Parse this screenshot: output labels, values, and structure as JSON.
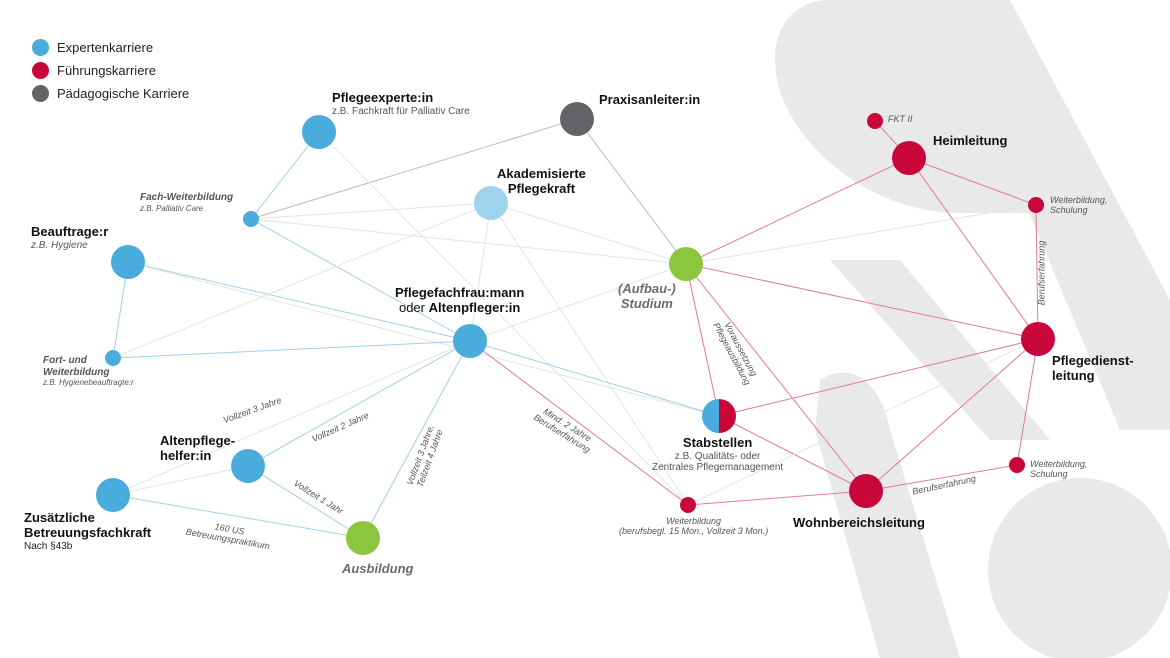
{
  "colors": {
    "expert": "#4aacdc",
    "expert_light": "#9ed3ec",
    "lead": "#c8063a",
    "edu": "#626468",
    "study": "#8cc63f",
    "background_shape": "#e9e9e9"
  },
  "legend": [
    {
      "label": "Expertenkarriere",
      "color": "#4aacdc"
    },
    {
      "label": "Führungskarriere",
      "color": "#c8063a"
    },
    {
      "label": "Pädagogische Karriere",
      "color": "#626468"
    }
  ],
  "nodes": {
    "pflegeexperte": {
      "title": "Pflegeexperte:in",
      "subtitle": "z.B. Fachkraft für Palliativ Care"
    },
    "praxisanleiter": {
      "title": "Praxisanleiter:in"
    },
    "akademisiert": {
      "title_line1": "Akademisierte",
      "title_line2": "Pflegekraft"
    },
    "fach_weiterbildung": {
      "title": "Fach-Weiterbildung",
      "subtitle": "z.B. Palliativ Care"
    },
    "beauftragte": {
      "title": "Beauftrage:r",
      "subtitle": "z.B. Hygiene"
    },
    "studium": {
      "line1": "(Aufbau-)",
      "line2": "Studium"
    },
    "pflegefachfrau": {
      "line1": "Pflegefachfrau:mann",
      "line2_plain": "oder ",
      "line2_bold": "Altenpfleger:in"
    },
    "fort_weiterbildung": {
      "line1": "Fort- und",
      "line2": "Weiterbildung",
      "subtitle": "z.B. Hygienebeauftragte:r"
    },
    "altenpflegehelfer": {
      "line1": "Altenpflege-",
      "line2": "helfer:in"
    },
    "zusaetzliche": {
      "line1": "Zusätzliche",
      "line2": "Betreuungsfachkraft",
      "subtitle": "Nach §43b"
    },
    "ausbildung": {
      "title": "Ausbildung"
    },
    "stabstellen": {
      "title": "Stabstellen",
      "subtitle_line1": "z.B. Qualitäts- oder",
      "subtitle_line2": "Zentrales Pflegemanagement"
    },
    "weiterbildung_bottom": {
      "line1": "Weiterbildung",
      "line2": "(berufsbegl. 15 Mon., Vollzeit 3 Mon.)"
    },
    "fkt": {
      "title": "FKT II"
    },
    "heimleitung": {
      "title": "Heimleitung"
    },
    "weiterbildung_top": {
      "line1": "Weiterbildung,",
      "line2": "Schulung"
    },
    "pflegedienst": {
      "line1": "Pflegedienst-",
      "line2": "leitung"
    },
    "weiterbildung_right": {
      "line1": "Weiterbildung,",
      "line2": "Schulung"
    },
    "wohnbereich": {
      "title": "Wohnbereichsleitung"
    }
  },
  "edge_labels": {
    "vollzeit3": "Vollzeit 3 Jahre",
    "vollzeit2": "Vollzeit 2 Jahre",
    "vollzeit1": "Vollzeit 1 Jahr",
    "vollzeit3teilzeit4_l1": "Vollzeit 3 Jahre,",
    "vollzeit3teilzeit4_l2": "Teilzeit 4 Jahre",
    "betreuung_l1": "160 US",
    "betreuung_l2": "Betreuungspraktikum",
    "mind2_l1": "Mind. 2 Jahre",
    "mind2_l2": "Berufserfahrung",
    "voraussetzung_l1": "Voraussetzung",
    "voraussetzung_l2": "Pflegeausbildung",
    "berufserfahrung_vertical": "Berufserfahrung",
    "berufserfahrung_bottom": "Berufserfahrung"
  }
}
